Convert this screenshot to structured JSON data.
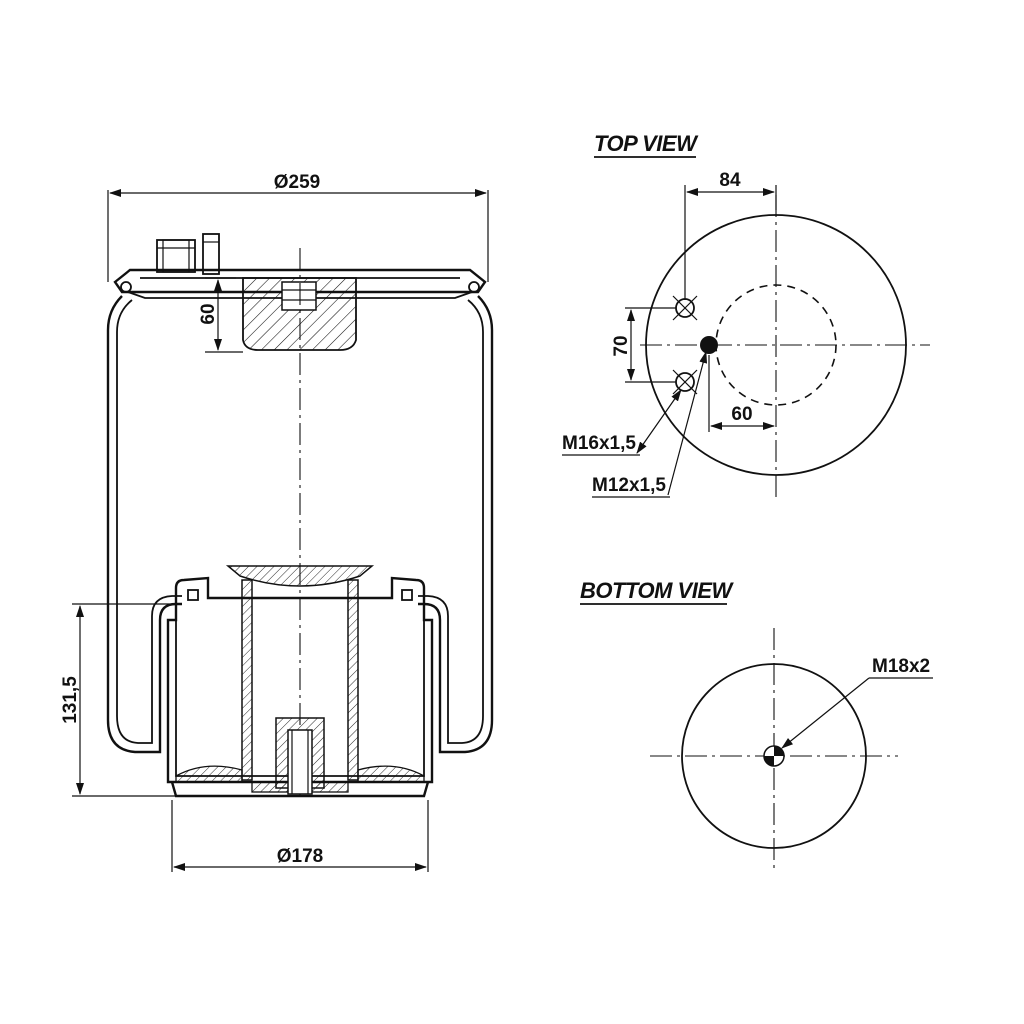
{
  "side_view": {
    "dim_top_diameter": "Ø259",
    "dim_bottom_diameter": "Ø178",
    "dim_pin_height": "60",
    "dim_piston_height": "131,5"
  },
  "top_view": {
    "title": "TOP VIEW",
    "dim_offset_top": "84",
    "dim_vertical": "70",
    "dim_offset_bottom": "60",
    "thread_stud": "M16x1,5",
    "thread_air": "M12x1,5"
  },
  "bottom_view": {
    "title": "BOTTOM VIEW",
    "thread": "M18x2"
  },
  "colors": {
    "line": "#111111",
    "background": "#ffffff"
  }
}
